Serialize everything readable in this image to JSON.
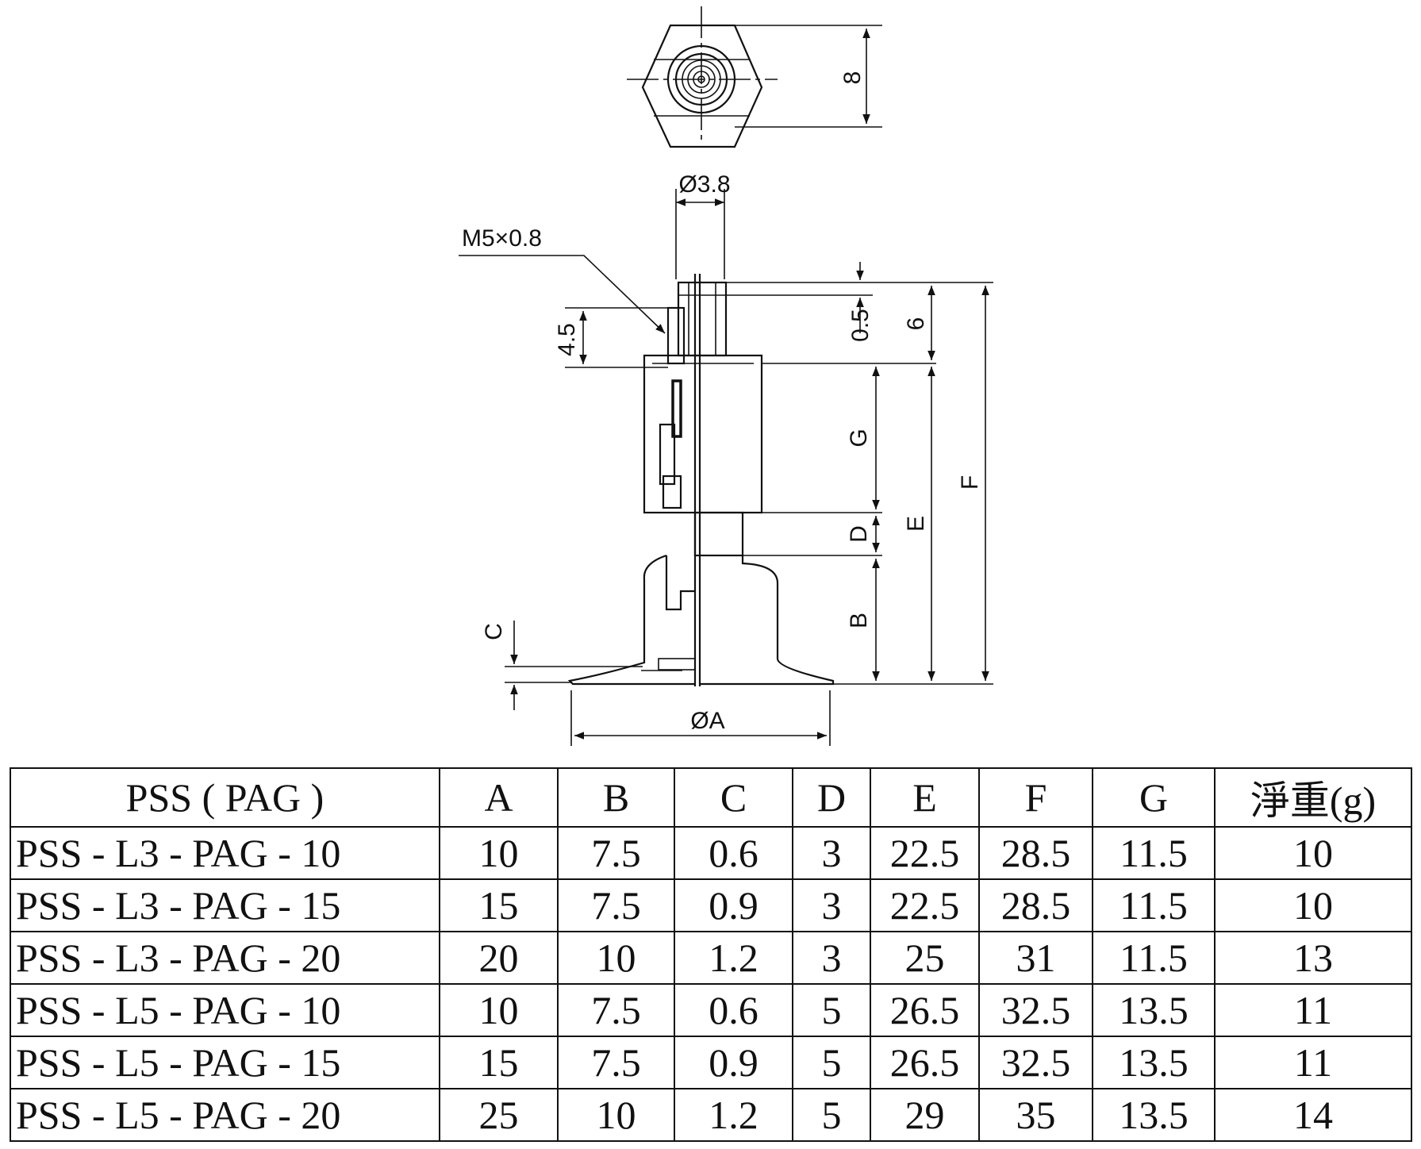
{
  "top_view": {
    "dim_hex": "8"
  },
  "side_view": {
    "dim_port_diameter": "Ø3.8",
    "thread_label": "M5×0.8",
    "dim_thread_len": "4.5",
    "dim_gap": "0.5",
    "dim_top": "6",
    "dim_g": "G",
    "dim_d": "D",
    "dim_b": "B",
    "dim_e": "E",
    "dim_f": "F",
    "dim_c": "C",
    "dim_a": "ØA"
  },
  "table": {
    "headers": [
      "PSS ( PAG )",
      "A",
      "B",
      "C",
      "D",
      "E",
      "F",
      "G",
      "淨重(g)"
    ],
    "rows": [
      [
        "PSS - L3 - PAG - 10",
        "10",
        "7.5",
        "0.6",
        "3",
        "22.5",
        "28.5",
        "11.5",
        "10"
      ],
      [
        "PSS - L3 - PAG - 15",
        "15",
        "7.5",
        "0.9",
        "3",
        "22.5",
        "28.5",
        "11.5",
        "10"
      ],
      [
        "PSS - L3 - PAG - 20",
        "20",
        "10",
        "1.2",
        "3",
        "25",
        "31",
        "11.5",
        "13"
      ],
      [
        "PSS - L5 - PAG - 10",
        "10",
        "7.5",
        "0.6",
        "5",
        "26.5",
        "32.5",
        "13.5",
        "11"
      ],
      [
        "PSS - L5 - PAG - 15",
        "15",
        "7.5",
        "0.9",
        "5",
        "26.5",
        "32.5",
        "13.5",
        "11"
      ],
      [
        "PSS - L5 - PAG - 20",
        "25",
        "10",
        "1.2",
        "5",
        "29",
        "35",
        "13.5",
        "14"
      ]
    ]
  }
}
